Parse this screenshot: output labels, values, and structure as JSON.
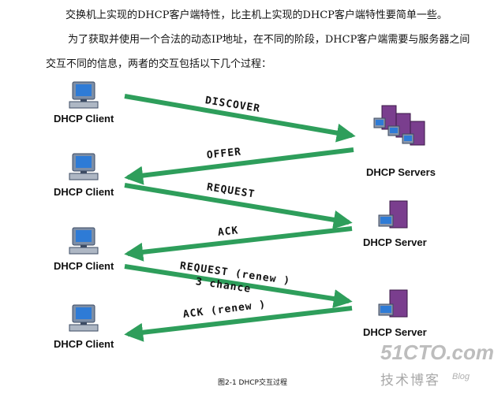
{
  "text": {
    "line1": "交换机上实现的DHCP客户端特性，比主机上实现的DHCP客户端特性要简单一些。",
    "line2": "为了获取并使用一个合法的动态IP地址，在不同的阶段，DHCP客户端需要与服务器之间",
    "line3": "交互不同的信息，两者的交互包括以下几个过程："
  },
  "diagram": {
    "clients": [
      "DHCP Client",
      "DHCP Client",
      "DHCP Client",
      "DHCP Client"
    ],
    "servers_label": "DHCP Servers",
    "server_labels": [
      "DHCP Server",
      "DHCP Server"
    ],
    "messages": {
      "discover": "DISCOVER",
      "offer": "OFFER",
      "request": "REQUEST",
      "ack": "ACK",
      "request_renew": "REQUEST (renew )",
      "chance": "3 chance",
      "ack_renew": "ACK (renew )"
    },
    "caption": "图2-1 DHCP交互过程",
    "arrow_color": "#2e9e5b"
  },
  "watermark": {
    "main": "51CTO.com",
    "sub": "技术博客",
    "blog": "Blog"
  }
}
